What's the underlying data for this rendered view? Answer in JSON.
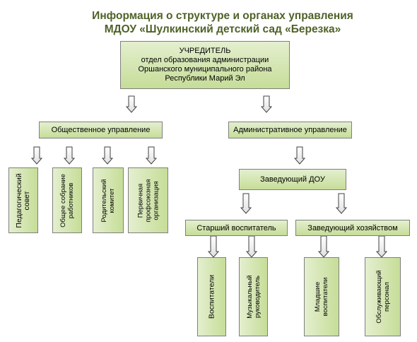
{
  "title": {
    "line1": "Информация  о структуре  и органах  управления",
    "line2": "МДОУ «Шулкинский  детский сад «Березка»"
  },
  "founder": {
    "heading": "УЧРЕДИТЕЛЬ",
    "line1": "отдел образования администрации",
    "line2": "Оршанского муниципального района",
    "line3": "Республики Марий Эл"
  },
  "public_management": "Общественное управление",
  "admin_management": "Административное управление",
  "public_bodies": [
    {
      "lines": [
        "Педагогический",
        "совет"
      ]
    },
    {
      "lines": [
        "Общее собрание",
        "работников"
      ]
    },
    {
      "lines": [
        "Родительский",
        "комитет"
      ]
    },
    {
      "lines": [
        "Первичная",
        "профсоюзная",
        "организация"
      ]
    }
  ],
  "head": "Заведующий ДОУ",
  "senior_teacher": "Старший воспитатель",
  "household_head": "Заведующий хозяйством",
  "staff": [
    {
      "lines": [
        "Воспитатели"
      ]
    },
    {
      "lines": [
        "Музыкальный",
        "руководитель"
      ]
    },
    {
      "lines": [
        "Младшие",
        "воспитатели"
      ]
    },
    {
      "lines": [
        "Обслуживающий",
        "персонал"
      ]
    }
  ]
}
